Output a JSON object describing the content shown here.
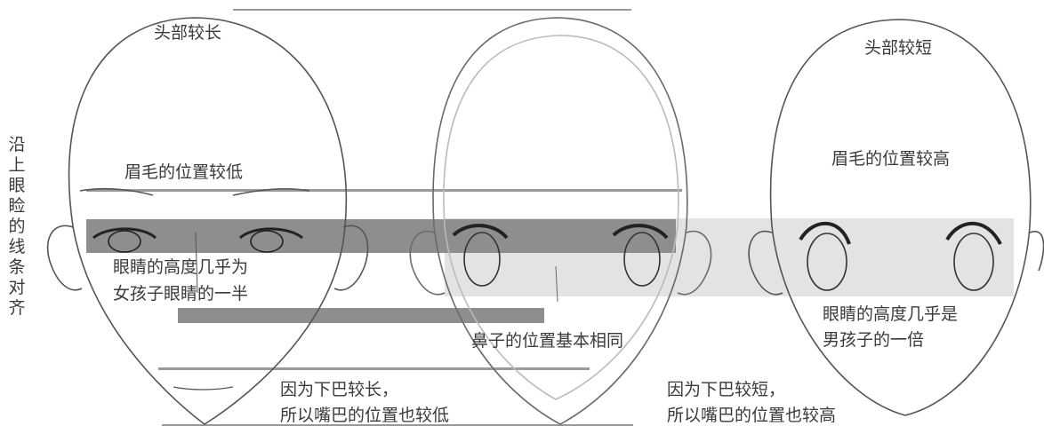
{
  "vertical_label": [
    "沿",
    "上",
    "眼",
    "睑",
    "的",
    "线",
    "条",
    "对",
    "齐"
  ],
  "labels": {
    "girl_head": "头部较长",
    "boy_head": "头部较短",
    "girl_brow": "眉毛的位置较低",
    "boy_brow": "眉毛的位置较高",
    "girl_eye_line1": "眼睛的高度几乎为",
    "girl_eye_line2": "女孩子眼睛的一半",
    "nose": "鼻子的位置基本相同",
    "boy_eye_line1": "眼睛的高度几乎是",
    "boy_eye_line2": "男孩子的一倍",
    "girl_chin_line1": "因为下巴较长，",
    "girl_chin_line2": "所以嘴巴的位置也较低",
    "boy_chin_line1": "因为下巴较短，",
    "boy_chin_line2": "所以嘴巴的位置也较高"
  },
  "colors": {
    "line": "#555555",
    "guide_dark": "#8a8a8a",
    "guide_light": "#dcdcdc",
    "eye": "#3a3a3a"
  }
}
